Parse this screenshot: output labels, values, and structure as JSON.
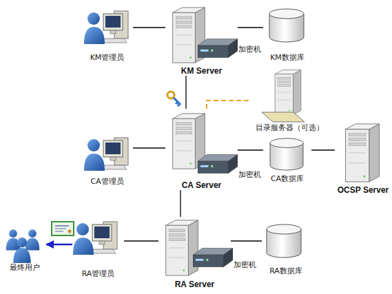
{
  "diagram": {
    "nodes": [
      {
        "text": [
          "KM管理员"
        ]
      },
      {
        "text": [
          "KM Server"
        ]
      },
      {
        "text": [
          "KM数据库"
        ]
      },
      {
        "text": [
          "目录服务器（可选）"
        ]
      },
      {
        "text": [
          "CA管理员"
        ]
      },
      {
        "text": [
          "CA Server"
        ]
      },
      {
        "text": [
          "CA数据库"
        ]
      },
      {
        "text": [
          "OCSP Server"
        ]
      },
      {
        "text": [
          "最终用户"
        ]
      },
      {
        "text": [
          "RA管理员"
        ]
      },
      {
        "text": [
          "RA Server"
        ]
      },
      {
        "text": [
          "RA数据库"
        ]
      }
    ],
    "edges": [
      {
        "from": 0,
        "to": 1,
        "arrow": "none"
      },
      {
        "from": 1,
        "to": 2,
        "arrow": "none"
      },
      {
        "from": 1,
        "to": 5,
        "arrow": "none"
      },
      {
        "from": 4,
        "to": 5,
        "arrow": "none"
      },
      {
        "from": 5,
        "to": 3,
        "arrow": "none"
      },
      {
        "from": 5,
        "to": 6,
        "arrow": "none"
      },
      {
        "from": 6,
        "to": 7,
        "arrow": "none"
      },
      {
        "from": 5,
        "to": 10,
        "arrow": "none"
      },
      {
        "from": 9,
        "to": 10,
        "arrow": "none"
      },
      {
        "from": 10,
        "to": 11,
        "arrow": "none"
      },
      {
        "from": 9,
        "to": 8,
        "arrow": "to"
      }
    ],
    "labels": [
      "加密机",
      "加密机",
      "加密机"
    ]
  }
}
